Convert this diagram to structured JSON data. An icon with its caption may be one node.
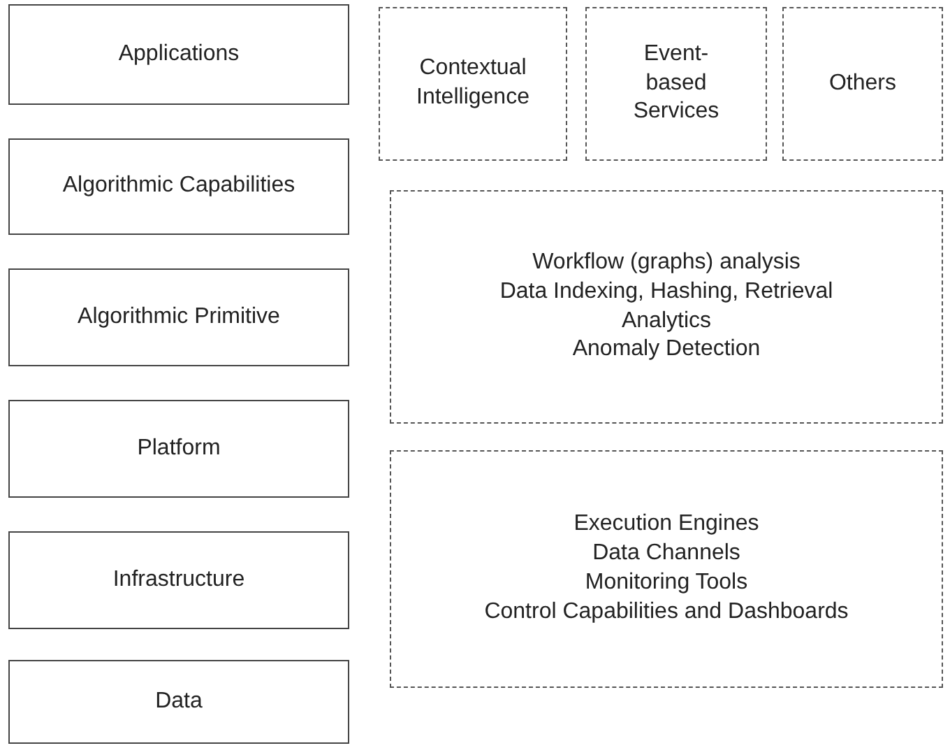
{
  "diagram": {
    "nodes": [
      {
        "text": [
          "Applications"
        ]
      },
      {
        "text": [
          "Algorithmic Capabilities"
        ]
      },
      {
        "text": [
          "Algorithmic Primitive"
        ]
      },
      {
        "text": [
          "Platform"
        ]
      },
      {
        "text": [
          "Infrastructure"
        ]
      },
      {
        "text": [
          "Data"
        ]
      },
      {
        "text": [
          "Contextual Intelligence"
        ]
      },
      {
        "text": [
          "Event-based Services"
        ]
      },
      {
        "text": [
          "Others"
        ]
      },
      {
        "text": [
          "Workflow (graphs) analysis",
          "Data Indexing, Hashing, Retrieval",
          "Analytics",
          "Anomaly Detection"
        ]
      },
      {
        "text": [
          "Execution Engines",
          "Data Channels",
          "Monitoring Tools",
          "Control Capabilities and Dashboards"
        ]
      }
    ]
  }
}
